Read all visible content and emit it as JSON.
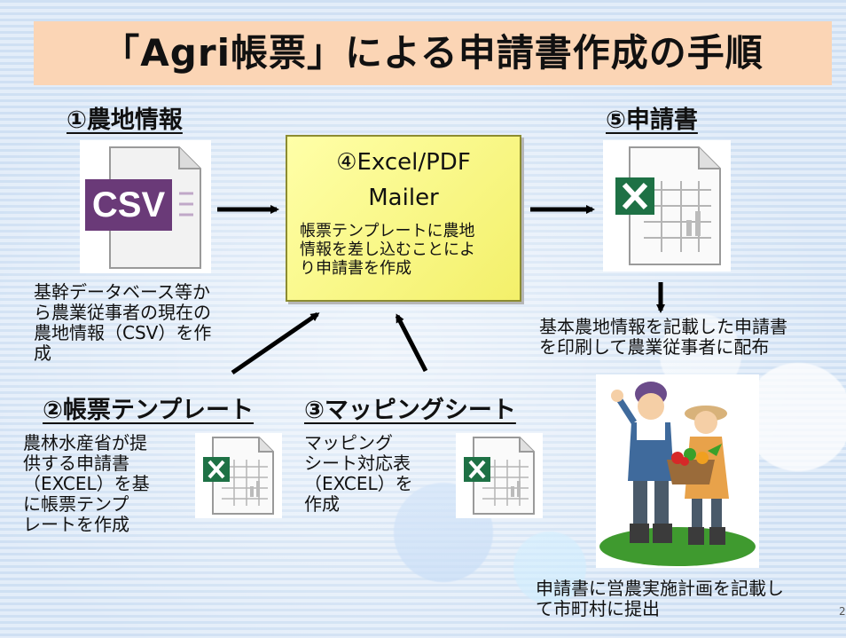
{
  "title": "「Agri帳票」による申請書作成の手順",
  "steps": {
    "farmland": {
      "heading": "①農地情報",
      "icon_label": "CSV",
      "icon": "csv-file-icon",
      "lines": [
        "基幹データベース等か",
        "ら農業従事者の現在の",
        "農地情報（CSV）を作",
        "成"
      ]
    },
    "template": {
      "heading": "②帳票テンプレート",
      "icon": "excel-file-icon",
      "lines": [
        "農林水産省が提",
        "供する申請書",
        "（EXCEL）を基",
        "に帳票テンプ",
        "レートを作成"
      ]
    },
    "mapping": {
      "heading": "③マッピングシート",
      "icon": "excel-file-icon",
      "lines": [
        "マッピング",
        "シート対応表",
        "（EXCEL）を",
        "作成"
      ]
    },
    "mailer": {
      "title_line1": "④Excel/PDF",
      "title_line2": "Mailer",
      "lines": [
        "帳票テンプレートに農地",
        "情報を差し込むことによ",
        "り申請書を作成"
      ]
    },
    "application": {
      "heading": "⑤申請書",
      "icon": "excel-file-icon",
      "lines": [
        "基本農地情報を記載した申請書",
        "を印刷して農業従事者に配布"
      ]
    }
  },
  "farmers": {
    "image": "farmers-illustration",
    "lines": [
      "申請書に営農実施計画を記載し",
      "て市町村に提出"
    ]
  },
  "page_number": "2",
  "colors": {
    "title_band": "#fbd5b5",
    "mailer_box": "#ffff99",
    "excel_green": "#1e7145",
    "csv_purple": "#6a3a78"
  }
}
